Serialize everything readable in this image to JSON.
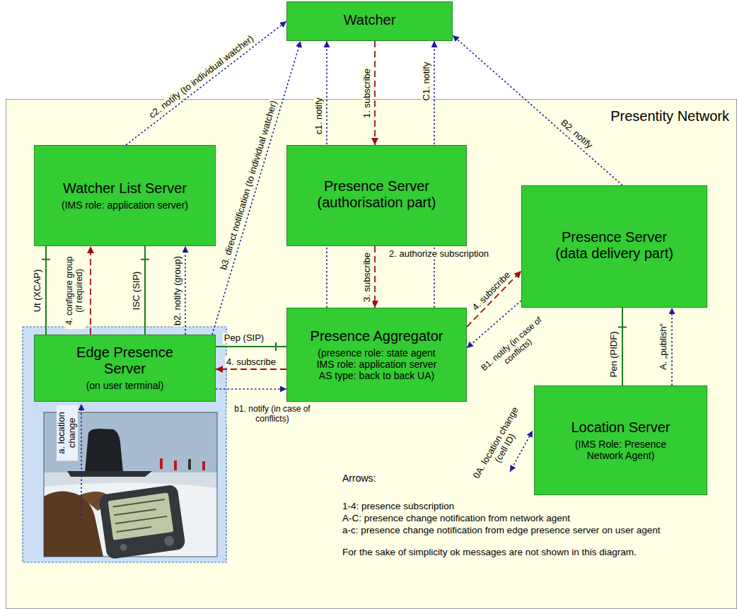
{
  "diagram": {
    "nodes": [
      {
        "text": [
          "Watcher"
        ]
      },
      {
        "text": [
          "Presentity Network"
        ]
      },
      {
        "text": [
          "Watcher List Server",
          "(IMS role: application server)"
        ],
        "in": 1
      },
      {
        "text": [
          "Presence Server (authorisation part)"
        ],
        "in": 1
      },
      {
        "text": [
          "Presence Server (data delivery part)"
        ],
        "in": 1
      },
      {
        "text": [
          "Edge Presence Server",
          "(on user terminal)"
        ],
        "in": 1
      },
      {
        "text": [
          "Presence Aggregator",
          "(presence role: state agent IMS role: application server AS type: back to back UA)"
        ],
        "in": 1
      },
      {
        "text": [
          "Location Server",
          "(IMS Role: Presence Network Agent)"
        ],
        "in": 1
      }
    ],
    "edges": [
      {
        "from": 0,
        "to": 3,
        "label": "1. subscribe",
        "arrow": "to"
      },
      {
        "from": 3,
        "to": 6,
        "label": "3. subscribe",
        "arrow": "to"
      },
      {
        "from": 6,
        "to": 0,
        "label": "c1. notify",
        "arrow": "to"
      },
      {
        "from": 6,
        "to": 0,
        "label": "C1. notify",
        "arrow": "to"
      },
      {
        "from": 4,
        "to": 0,
        "label": "B2. notify",
        "arrow": "to"
      },
      {
        "from": 2,
        "to": 0,
        "label": "c2. notify (to individual watcher)",
        "arrow": "to"
      },
      {
        "from": 5,
        "to": 0,
        "label": "b3. direct notification (to individual watcher)",
        "arrow": "to"
      },
      {
        "from": 5,
        "to": 2,
        "label": "4. configure group (if required)",
        "arrow": "to"
      },
      {
        "from": 5,
        "to": 2,
        "label": "b2. notify (group)",
        "arrow": "to"
      },
      {
        "from": 2,
        "to": 5,
        "label": "Ut (XCAP)",
        "arrow": "none"
      },
      {
        "from": 2,
        "to": 5,
        "label": "ISC (SIP)",
        "arrow": "none"
      },
      {
        "from": 5,
        "to": 6,
        "label": "Pep (SIP)",
        "arrow": "none"
      },
      {
        "from": 6,
        "to": 5,
        "label": "4. subscribe",
        "arrow": "to"
      },
      {
        "from": 5,
        "to": 6,
        "label": "b1. notify (in case of conflicts)",
        "arrow": "to"
      },
      {
        "from": 6,
        "to": 4,
        "label": "4. subscribe",
        "arrow": "to"
      },
      {
        "from": 4,
        "to": 6,
        "label": "B1. notify (in case of conflicts)",
        "arrow": "to"
      },
      {
        "from": 4,
        "to": 7,
        "label": "Pen (PIDF)",
        "arrow": "none"
      },
      {
        "from": 7,
        "to": 4,
        "label": "A. „publish“",
        "arrow": "to"
      }
    ],
    "labels": [
      "2. authorize subscription",
      "a. location change",
      "0A. location change (cell ID)",
      "Arrows:",
      "1-4: presence subscription",
      "A-C: presence change notification from network agent",
      "a-c: presence change notification from edge presence server on user agent",
      "For the sake of simplicity ok messages are not shown in this diagram."
    ]
  }
}
